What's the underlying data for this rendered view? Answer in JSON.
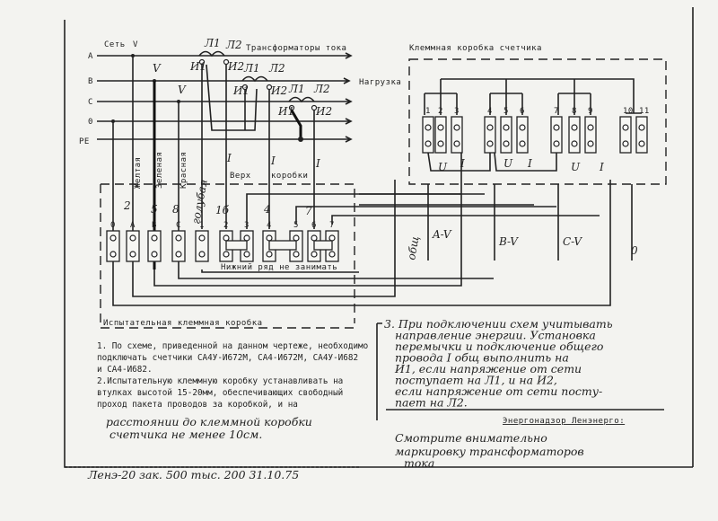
{
  "network": {
    "label": "Сеть",
    "v": "V"
  },
  "ct_title": "Трансформаторы тока",
  "load_label": "Нагрузка",
  "phases": [
    "A",
    "B",
    "C",
    "0",
    "PE"
  ],
  "ct_marks": {
    "l1": "Л1",
    "l2": "Л2",
    "i1": "И1",
    "i2": "И2"
  },
  "voltage_marks": [
    "V",
    "V"
  ],
  "wire_colors": [
    "Желтая",
    "Зеленая",
    "Красная",
    "голубая"
  ],
  "current_marks": [
    "I",
    "I",
    "I"
  ],
  "test_box": {
    "top_label_1": "Верх",
    "top_label_2": "коробки",
    "bottom_row_note": "Нижний ряд не занимать",
    "title": "Испытательная клеммная коробка",
    "terminal_labels": [
      "0",
      "A",
      "B",
      "C",
      "1",
      "2",
      "3",
      "4",
      "5",
      "6",
      "7"
    ],
    "handwritten_numbers": [
      "2",
      "5",
      "8",
      "1б",
      "4",
      "7"
    ]
  },
  "meter_box": {
    "title": "Клеммная коробка счетчика",
    "terminal_labels": [
      "1",
      "2",
      "3",
      "4",
      "5",
      "6",
      "7",
      "8",
      "9",
      "10",
      "11"
    ],
    "group_marks": [
      "U",
      "I",
      "U",
      "I",
      "U",
      "I"
    ],
    "wire_labels": [
      "общ",
      "A-V",
      "B-V",
      "C-V",
      "0"
    ]
  },
  "notes_left": [
    "1. По схеме, приведенной на данном чертеже, необходимо",
    "подключать счетчики  СА4У-И672М, СА4-И672М, СА4У-И682",
    "и  СА4-И682.",
    "2.Испытательную клеммную коробку устанавливать на",
    "втулках высотой 15-20мм, обеспечивающих свободный",
    "проход пакета проводов за коробкой, и на"
  ],
  "notes_left_handwritten": [
    "расстоянии до клеммной коробки",
    "счетчика не менее 10см."
  ],
  "notes_right": [
    "3. При подключении схем учитывать",
    "направление энергии. Установка",
    "перемычки и подключение общего",
    "провода I общ выполнить на",
    "И1, если напряжение от сети",
    "поступает на Л1, и на И2,",
    "если напряжение от сети посту-",
    "пает на Л2."
  ],
  "stamp": "Энергонадзор Ленэнерго:",
  "stamp_note": [
    "Смотрите внимательно",
    "маркировку трансформаторов",
    "тока"
  ],
  "footer_mark": "Ленэ-20 зак. 500 тыс. 200 31.10.75"
}
